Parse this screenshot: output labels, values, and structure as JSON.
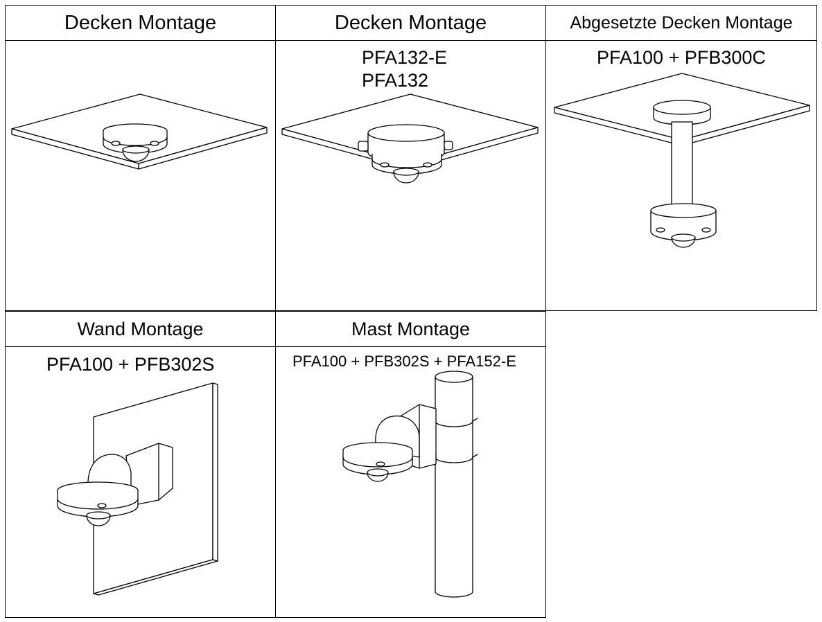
{
  "table": {
    "row1": [
      {
        "header": "Decken Montage",
        "models": []
      },
      {
        "header": "Decken Montage",
        "models": [
          "PFA132-E",
          "PFA132"
        ]
      },
      {
        "header": "Abgesetzte Decken Montage",
        "models": [
          "PFA100 + PFB300C"
        ]
      }
    ],
    "row2": [
      {
        "header": "Wand Montage",
        "models": [
          "PFA100 + PFB302S"
        ]
      },
      {
        "header": "Mast Montage",
        "models": [
          "PFA100 + PFB302S + PFA152-E"
        ]
      }
    ]
  }
}
